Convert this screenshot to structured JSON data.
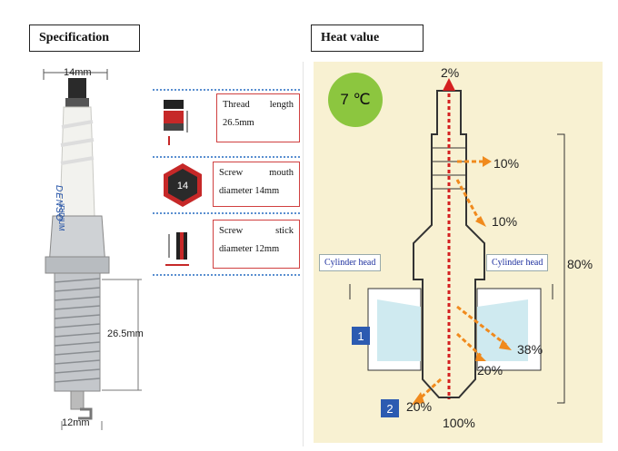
{
  "sections": {
    "specification": "Specification",
    "heat_value": "Heat value"
  },
  "plug": {
    "brand": "DENSO",
    "model": "IRIDIUM",
    "top_dim": "14mm",
    "thread_dim": "26.5mm",
    "bottom_dim": "12mm"
  },
  "specs": [
    {
      "line1_a": "Thread",
      "line1_b": "length",
      "line2": "26.5mm"
    },
    {
      "line1_a": "Screw",
      "line1_b": "mouth",
      "line2": "diameter 14mm",
      "icon_text": "14"
    },
    {
      "line1_a": "Screw",
      "line1_b": "stick",
      "line2": "diameter 12mm"
    }
  ],
  "heat": {
    "temp": "7 ℃",
    "top_pct": "2%",
    "pct_10a": "10%",
    "pct_10b": "10%",
    "pct_80": "80%",
    "pct_38": "38%",
    "pct_20a": "20%",
    "pct_20b": "20%",
    "pct_100": "100%",
    "cyl_left": "Cylinder head",
    "cyl_right": "Cylinder head",
    "badge1": "1",
    "badge2": "2"
  }
}
